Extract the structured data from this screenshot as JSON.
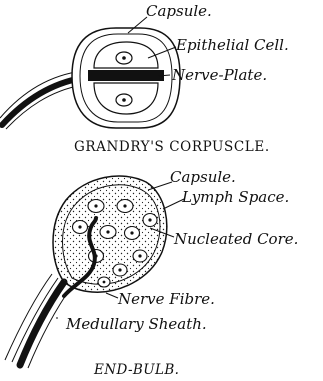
{
  "grandry": {
    "caption": "GRANDRY'S CORPUSCLE.",
    "labels": {
      "capsule": "Capsule.",
      "epithelial_cell": "Epithelial Cell.",
      "nerve_plate": "Nerve-Plate."
    }
  },
  "end_bulb": {
    "caption": "END-BULB.",
    "labels": {
      "capsule": "Capsule.",
      "lymph_space": "Lymph Space.",
      "nucleated_core": "Nucleated Core.",
      "nerve_fibre": "Nerve Fibre.",
      "medullary_sheath": "Medullary Sheath."
    }
  }
}
